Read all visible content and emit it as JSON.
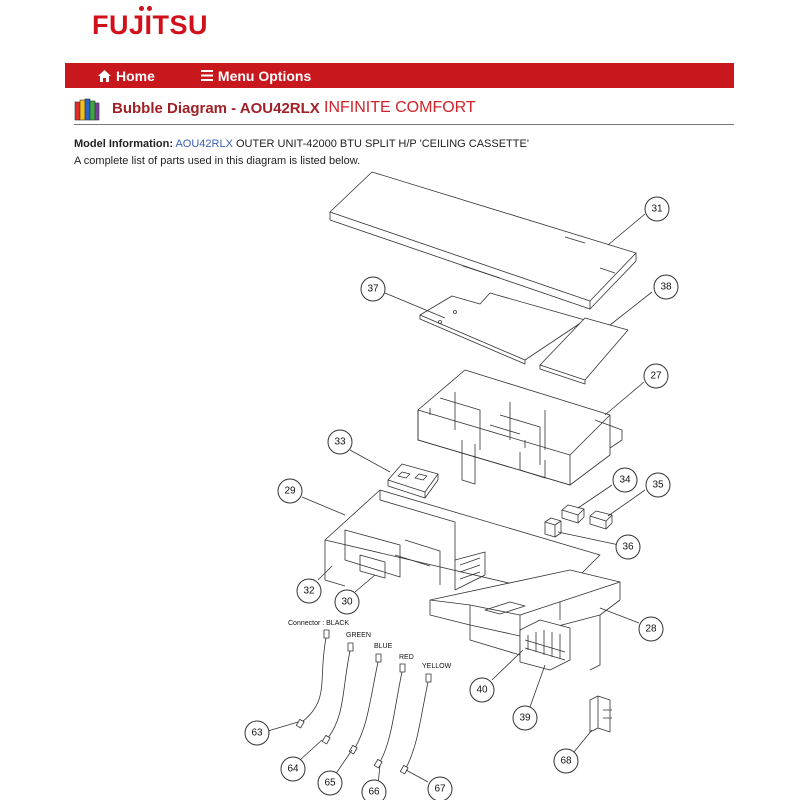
{
  "brand": {
    "logo_text": "FUJITSU",
    "color": "#d0111b"
  },
  "nav": {
    "background": "#c8171d",
    "home_label": "Home",
    "menu_label": "Menu Options"
  },
  "page": {
    "title": "Bubble Diagram - AOU42RLX",
    "subtitle": "INFINITE COMFORT",
    "model_label": "Model Information:",
    "model_link": "AOU42RLX",
    "model_desc": "OUTER UNIT-42000 BTU SPLIT H/P 'CEILING CASSETTE'",
    "list_note": "A complete list of parts used in this diagram is listed below."
  },
  "diagram": {
    "bubbles": [
      "31",
      "37",
      "38",
      "27",
      "33",
      "34",
      "35",
      "36",
      "29",
      "32",
      "30",
      "28",
      "40",
      "39",
      "63",
      "64",
      "65",
      "66",
      "67",
      "68"
    ],
    "wire_labels": [
      "Connector : BLACK",
      "GREEN",
      "BLUE",
      "RED",
      "YELLOW"
    ]
  }
}
